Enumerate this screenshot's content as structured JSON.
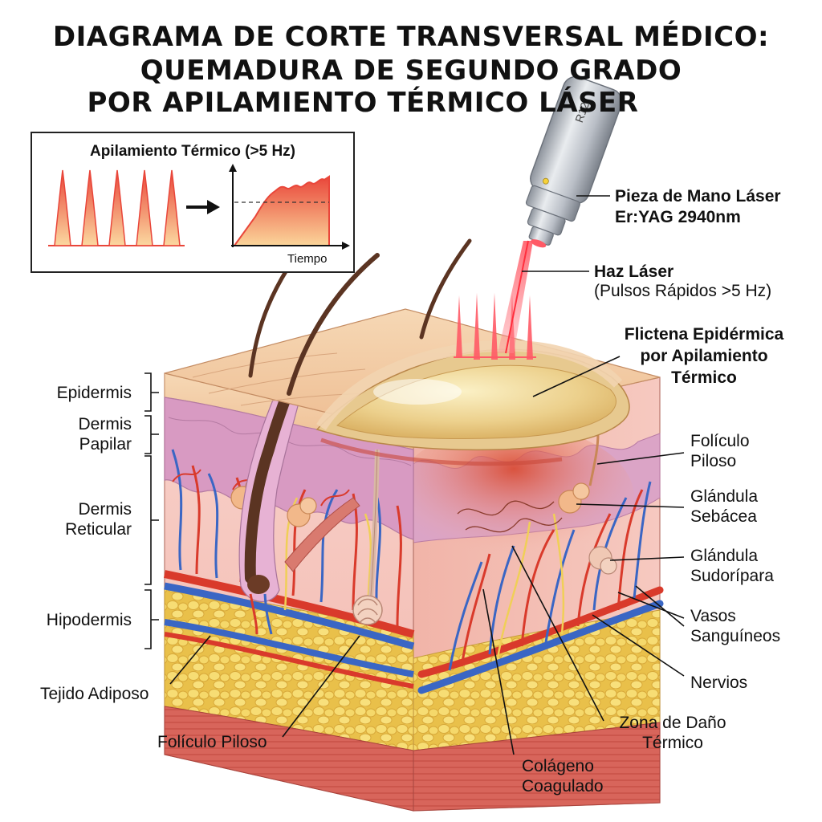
{
  "title": {
    "line1": "DIAGRAMA DE CORTE TRANSVERSAL MÉDICO:",
    "line2": "QUEMADURA DE SEGUNDO GRADO",
    "line3": "POR APILAMIENTO TÉRMICO LÁSER"
  },
  "inset": {
    "title": "Apilamiento Térmico (>5 Hz)",
    "axis_label": "Tiempo"
  },
  "handpiece_text": "R12",
  "labels_left": {
    "epidermis": "Epidermis",
    "dermis_papilar_1": "Dermis",
    "dermis_papilar_2": "Papilar",
    "dermis_reticular_1": "Dermis",
    "dermis_reticular_2": "Reticular",
    "hipodermis": "Hipodermis",
    "tejido_adiposo": "Tejido Adiposo",
    "foliculo_piloso_bottom": "Folículo Piloso"
  },
  "labels_right": {
    "pieza_1": "Pieza de Mano Láser",
    "pieza_2": "Er:YAG 2940nm",
    "haz_1": "Haz Láser",
    "haz_2": "(Pulsos Rápidos >5 Hz)",
    "flictena_1": "Flictena Epidérmica",
    "flictena_2": "por Apilamiento",
    "flictena_3": "Térmico",
    "foliculo_1": "Folículo",
    "foliculo_2": "Piloso",
    "sebacea_1": "Glándula",
    "sebacea_2": "Sebácea",
    "sudoripara_1": "Glándula",
    "sudoripara_2": "Sudorípara",
    "vasos_1": "Vasos",
    "vasos_2": "Sanguíneos",
    "nervios": "Nervios",
    "dano_1": "Zona de Daño",
    "dano_2": "Térmico",
    "colageno_1": "Colágeno",
    "colageno_2": "Coagulado"
  },
  "colors": {
    "epidermis": "#f3cfa9",
    "dermis_papilar": "#d89ac2",
    "dermis_reticular": "#f5c7bf",
    "fat": "#f2d35b",
    "muscle": "#d9645a",
    "artery": "#d93a2b",
    "vein": "#3a66c4",
    "hair": "#5b3422",
    "blister": "#eacb7e",
    "laser": "#ff4d5a"
  }
}
